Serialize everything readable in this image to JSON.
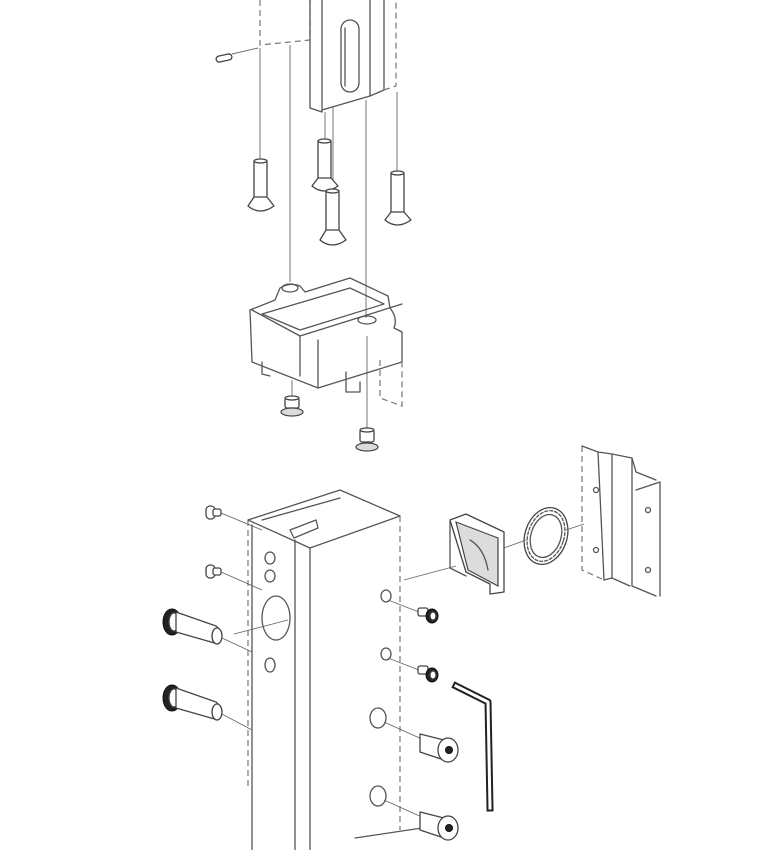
{
  "diagram": {
    "colors": {
      "line": "#555555",
      "dark": "#222222",
      "shade": "#dcdcdc",
      "background": "#ffffff"
    },
    "parts": [
      "upper-post",
      "set-screw",
      "countersunk-screw",
      "bracket-cup",
      "button-screw",
      "lower-post",
      "shoulder-bolt",
      "small-screw",
      "lock-clip",
      "lock-nut",
      "mounting-plate",
      "side-screw",
      "hex-key",
      "flat-head-bolt"
    ]
  }
}
